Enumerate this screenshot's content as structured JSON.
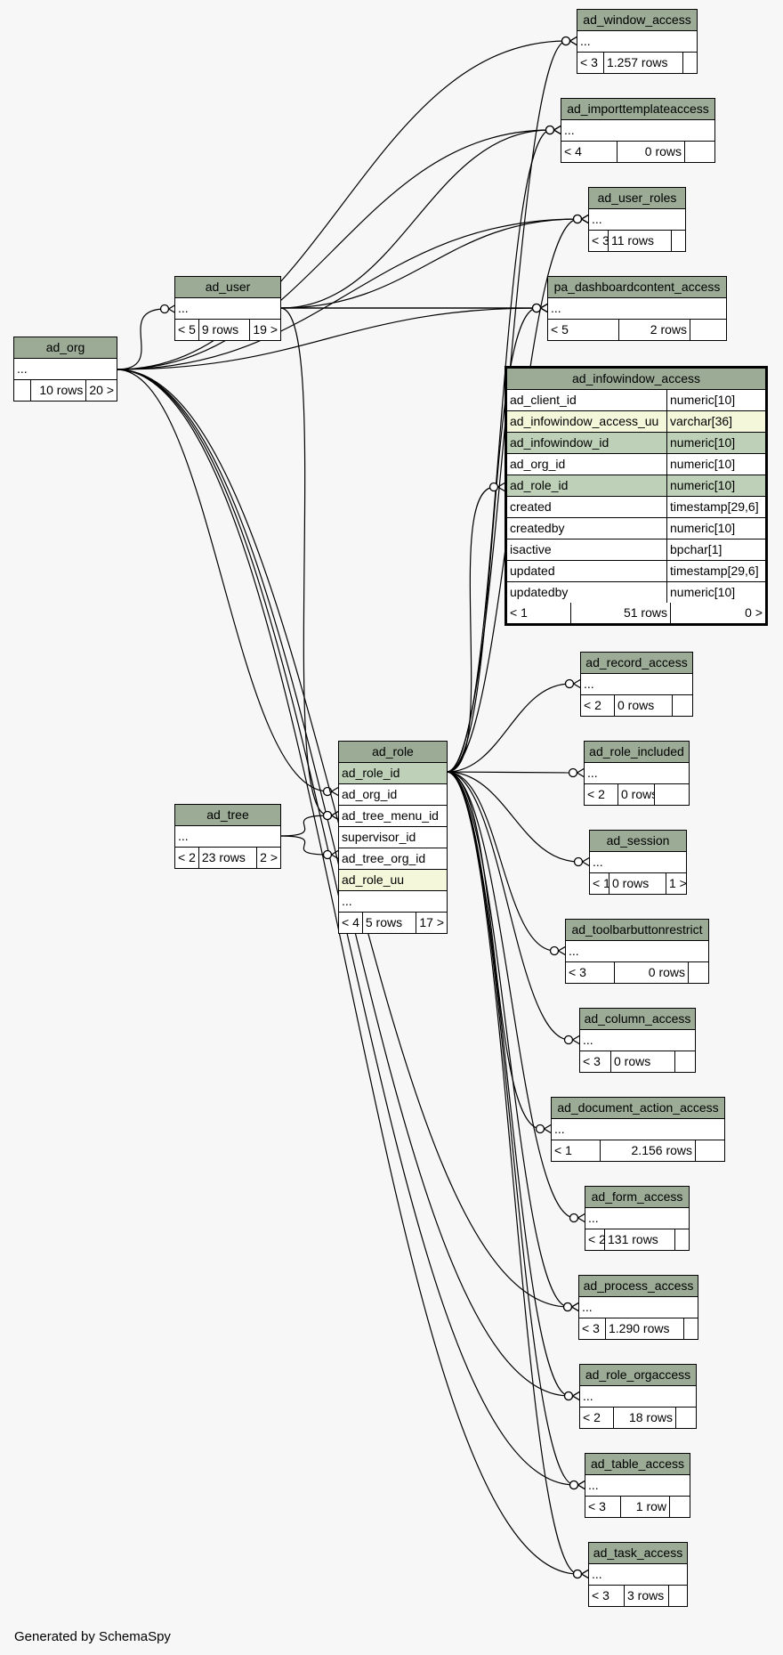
{
  "footer": "Generated by SchemaSpy",
  "ad_org": {
    "title": "ad_org",
    "cols": [
      "..."
    ],
    "meta": [
      "",
      "10 rows",
      "20 >"
    ]
  },
  "ad_user": {
    "title": "ad_user",
    "cols": [
      "..."
    ],
    "meta": [
      "< 5",
      "9 rows",
      "19 >"
    ]
  },
  "ad_tree": {
    "title": "ad_tree",
    "cols": [
      "..."
    ],
    "meta": [
      "< 2",
      "23 rows",
      "2 >"
    ]
  },
  "ad_role": {
    "title": "ad_role",
    "cols": [
      "ad_role_id",
      "ad_org_id",
      "ad_tree_menu_id",
      "supervisor_id",
      "ad_tree_org_id",
      "ad_role_uu",
      "..."
    ],
    "meta": [
      "< 4",
      "5 rows",
      "17 >"
    ]
  },
  "ad_infowindow_access": {
    "title": "ad_infowindow_access",
    "rows": [
      {
        "name": "ad_client_id",
        "type": "numeric[10]"
      },
      {
        "name": "ad_infowindow_access_uu",
        "type": "varchar[36]"
      },
      {
        "name": "ad_infowindow_id",
        "type": "numeric[10]"
      },
      {
        "name": "ad_org_id",
        "type": "numeric[10]"
      },
      {
        "name": "ad_role_id",
        "type": "numeric[10]"
      },
      {
        "name": "created",
        "type": "timestamp[29,6]"
      },
      {
        "name": "createdby",
        "type": "numeric[10]"
      },
      {
        "name": "isactive",
        "type": "bpchar[1]"
      },
      {
        "name": "updated",
        "type": "timestamp[29,6]"
      },
      {
        "name": "updatedby",
        "type": "numeric[10]"
      }
    ],
    "meta": [
      "< 1",
      "51 rows",
      "0 >"
    ]
  },
  "right_tables": [
    {
      "title": "ad_window_access",
      "meta": [
        "< 3",
        "1.257 rows",
        ""
      ]
    },
    {
      "title": "ad_importtemplateaccess",
      "meta": [
        "< 4",
        "0 rows",
        ""
      ]
    },
    {
      "title": "ad_user_roles",
      "meta": [
        "< 3",
        "11 rows",
        ""
      ]
    },
    {
      "title": "pa_dashboardcontent_access",
      "meta": [
        "< 5",
        "2 rows",
        ""
      ]
    },
    {
      "title": "ad_record_access",
      "meta": [
        "< 2",
        "0 rows",
        ""
      ]
    },
    {
      "title": "ad_role_included",
      "meta": [
        "< 2",
        "0 rows",
        ""
      ]
    },
    {
      "title": "ad_session",
      "meta": [
        "< 1",
        "0 rows",
        "1 >"
      ]
    },
    {
      "title": "ad_toolbarbuttonrestrict",
      "meta": [
        "< 3",
        "0 rows",
        ""
      ]
    },
    {
      "title": "ad_column_access",
      "meta": [
        "< 3",
        "0 rows",
        ""
      ]
    },
    {
      "title": "ad_document_action_access",
      "meta": [
        "< 1",
        "2.156 rows",
        ""
      ]
    },
    {
      "title": "ad_form_access",
      "meta": [
        "< 2",
        "131 rows",
        ""
      ]
    },
    {
      "title": "ad_process_access",
      "meta": [
        "< 3",
        "1.290 rows",
        ""
      ]
    },
    {
      "title": "ad_role_orgaccess",
      "meta": [
        "< 2",
        "18 rows",
        ""
      ]
    },
    {
      "title": "ad_table_access",
      "meta": [
        "< 3",
        "1 row",
        ""
      ]
    },
    {
      "title": "ad_task_access",
      "meta": [
        "< 3",
        "3 rows",
        ""
      ]
    }
  ],
  "ellipsis": "..."
}
